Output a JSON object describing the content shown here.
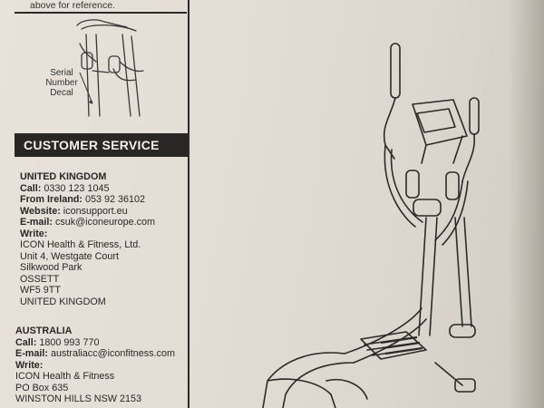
{
  "header": {
    "note": "above for reference."
  },
  "serial": {
    "line1": "Serial",
    "line2": "Number",
    "line3": "Decal"
  },
  "customer_service": {
    "title": "CUSTOMER SERVICE"
  },
  "uk": {
    "country": "UNITED KINGDOM",
    "call_label": "Call:",
    "call": "0330 123 1045",
    "ireland_label": "From Ireland:",
    "ireland": "053 92 36102",
    "website_label": "Website:",
    "website": "iconsupport.eu",
    "email_label": "E-mail:",
    "email": "csuk@iconeurope.com",
    "write_label": "Write:",
    "address": [
      "ICON Health & Fitness, Ltd.",
      "Unit 4, Westgate Court",
      "Silkwood Park",
      "OSSETT",
      "WF5 9TT",
      "UNITED KINGDOM"
    ]
  },
  "australia": {
    "country": "AUSTRALIA",
    "call_label": "Call:",
    "call": "1800 993 770",
    "email_label": "E-mail:",
    "email": "australiacc@iconfitness.com",
    "write_label": "Write:",
    "address": [
      "ICON Health & Fitness",
      "PO Box 635",
      "WINSTON HILLS NSW 2153"
    ]
  },
  "colors": {
    "paper": "#e2ddd5",
    "ink": "#2a2826",
    "banner": "#282726"
  },
  "icons": {
    "serial_figure": "elliptical-detail-icon",
    "machine": "elliptical-trainer-icon"
  }
}
